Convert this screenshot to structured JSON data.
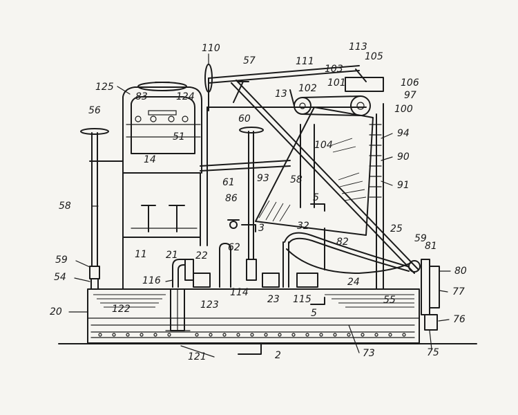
{
  "figure": {
    "labels": [
      {
        "id": "l110",
        "text": "110"
      },
      {
        "id": "l57",
        "text": "57"
      },
      {
        "id": "l111",
        "text": "111"
      },
      {
        "id": "l103",
        "text": "103"
      },
      {
        "id": "l113",
        "text": "113"
      },
      {
        "id": "l105",
        "text": "105"
      },
      {
        "id": "l125",
        "text": "125"
      },
      {
        "id": "l83",
        "text": "83"
      },
      {
        "id": "l124",
        "text": "124"
      },
      {
        "id": "l13",
        "text": "13"
      },
      {
        "id": "l102",
        "text": "102"
      },
      {
        "id": "l101",
        "text": "101"
      },
      {
        "id": "l106",
        "text": "106"
      },
      {
        "id": "l97",
        "text": "97"
      },
      {
        "id": "l100",
        "text": "100"
      },
      {
        "id": "l56",
        "text": "56"
      },
      {
        "id": "l60",
        "text": "60"
      },
      {
        "id": "l51",
        "text": "51"
      },
      {
        "id": "l14",
        "text": "14"
      },
      {
        "id": "l104",
        "text": "104"
      },
      {
        "id": "l94",
        "text": "94"
      },
      {
        "id": "l90",
        "text": "90"
      },
      {
        "id": "l91",
        "text": "91"
      },
      {
        "id": "l61",
        "text": "61"
      },
      {
        "id": "l93",
        "text": "93"
      },
      {
        "id": "l58a",
        "text": "58"
      },
      {
        "id": "l58b",
        "text": "58"
      },
      {
        "id": "l86",
        "text": "86"
      },
      {
        "id": "l5a",
        "text": "5"
      },
      {
        "id": "l3",
        "text": "3"
      },
      {
        "id": "l32",
        "text": "32"
      },
      {
        "id": "l25",
        "text": "25"
      },
      {
        "id": "l59a",
        "text": "59"
      },
      {
        "id": "l82",
        "text": "82"
      },
      {
        "id": "l59b",
        "text": "59"
      },
      {
        "id": "l81",
        "text": "81"
      },
      {
        "id": "l11",
        "text": "11"
      },
      {
        "id": "l62",
        "text": "62"
      },
      {
        "id": "l21",
        "text": "21"
      },
      {
        "id": "l22",
        "text": "22"
      },
      {
        "id": "l80",
        "text": "80"
      },
      {
        "id": "l54",
        "text": "54"
      },
      {
        "id": "l116",
        "text": "116"
      },
      {
        "id": "l114",
        "text": "114"
      },
      {
        "id": "l23",
        "text": "23"
      },
      {
        "id": "l115",
        "text": "115"
      },
      {
        "id": "l24",
        "text": "24"
      },
      {
        "id": "l77",
        "text": "77"
      },
      {
        "id": "l55",
        "text": "55"
      },
      {
        "id": "l20",
        "text": "20"
      },
      {
        "id": "l122",
        "text": "122"
      },
      {
        "id": "l123",
        "text": "123"
      },
      {
        "id": "l5b",
        "text": "5"
      },
      {
        "id": "l76",
        "text": "76"
      },
      {
        "id": "l121",
        "text": "121"
      },
      {
        "id": "l2",
        "text": "2"
      },
      {
        "id": "l73",
        "text": "73"
      },
      {
        "id": "l75",
        "text": "75"
      }
    ]
  }
}
